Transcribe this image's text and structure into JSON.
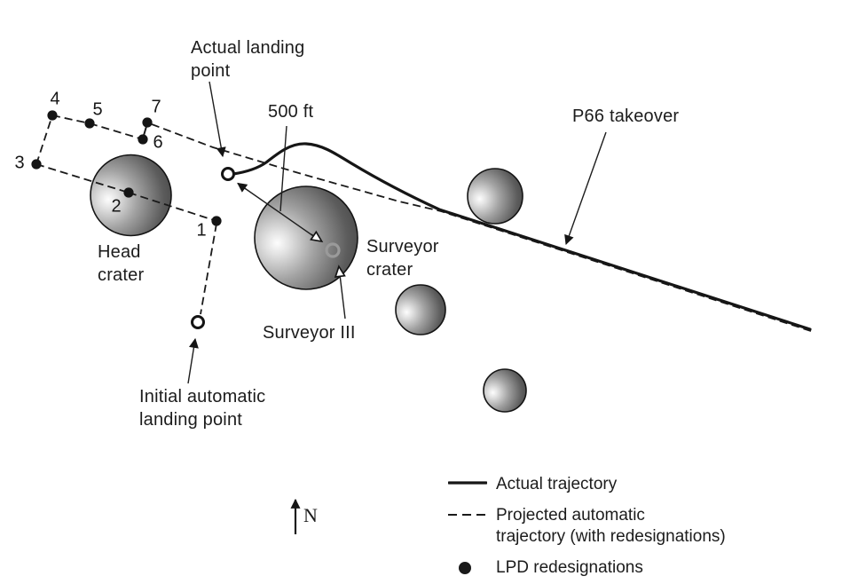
{
  "figure_type": "trajectory-diagram",
  "colors": {
    "background": "#ffffff",
    "line": "#1a1a1a",
    "text": "#1c1c1c",
    "surveyor_marker_ring": "#9a9a9a",
    "crater_highlight": "#fbfbfb",
    "crater_rim": "#3f3f3f"
  },
  "annotations": {
    "actual_landing": {
      "line1": "Actual landing",
      "line2": "point"
    },
    "distance": "500 ft",
    "p66": "P66 takeover",
    "head_crater": {
      "line1": "Head",
      "line2": "crater"
    },
    "surveyor_crater": {
      "line1": "Surveyor",
      "line2": "crater"
    },
    "surveyor_iii": "Surveyor III",
    "initial_landing": {
      "line1": "Initial automatic",
      "line2": "landing point"
    },
    "north": "N"
  },
  "lpd_points": [
    {
      "label": "1"
    },
    {
      "label": "2"
    },
    {
      "label": "3"
    },
    {
      "label": "4"
    },
    {
      "label": "5"
    },
    {
      "label": "6"
    },
    {
      "label": "7"
    }
  ],
  "legend": {
    "actual": "Actual trajectory",
    "projected_line1": "Projected automatic",
    "projected_line2": "trajectory (with redesignations)",
    "lpd": "LPD redesignations"
  }
}
